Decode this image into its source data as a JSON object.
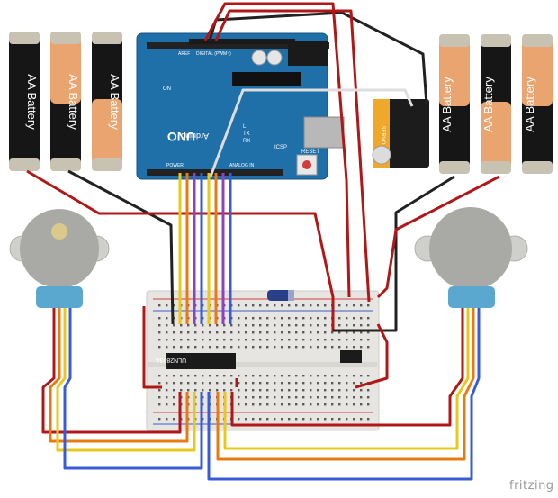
{
  "battery_label": "AA Battery",
  "battery_plus": "+",
  "battery_minus": "−",
  "arduino": {
    "brand": "UNO",
    "maker": "Arduino",
    "on_label": "ON",
    "tx_label": "TX",
    "rx_label": "RX",
    "l_label": "L",
    "icsp_label": "ICSP",
    "reset_label": "RESET",
    "digital_label": "DIGITAL (PWM~)",
    "analog_label": "ANALOG IN",
    "power_label": "POWER",
    "aref_label": "AREF"
  },
  "servo_label": "SERVO",
  "driver_ic_label": "ULN2803A",
  "watermark": "fritzing",
  "colors": {
    "wire_red": "#b01818",
    "wire_black": "#222222",
    "wire_yellow": "#e8c81a",
    "wire_orange": "#e87a10",
    "wire_blue": "#3a5bd8",
    "wire_purple": "#9040c0",
    "wire_green": "#2aa64a",
    "wire_white": "#f4f4f4",
    "arduino_blue": "#1f6fa8",
    "motor_gray": "#a9aaa6",
    "motor_blue": "#5aa8d0",
    "breadboard": "#e9e8e4"
  }
}
